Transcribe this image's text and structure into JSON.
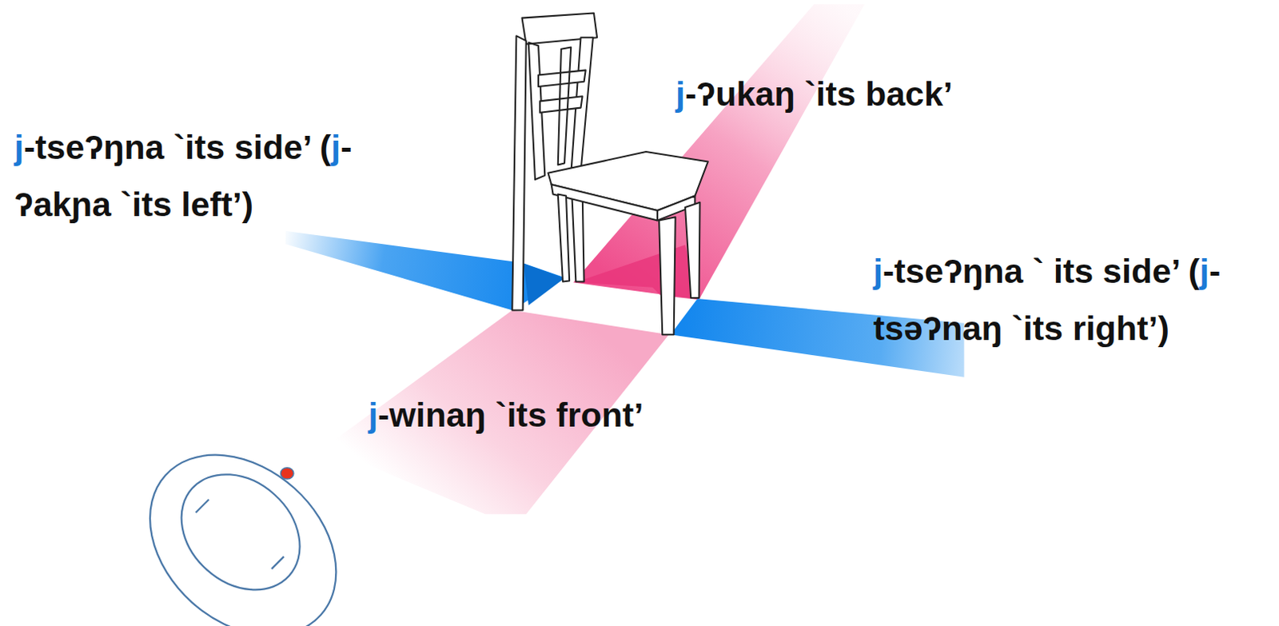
{
  "diagram": {
    "labels": [
      "j-ʔukaŋ `its back’",
      "j-tseʔŋna `its side’ (j-ʔakɲa `its left’)",
      "j-tseʔŋna ` its side’ (j-tsəʔnaŋ `its right’)",
      "j-winaŋ `its front’"
    ]
  }
}
